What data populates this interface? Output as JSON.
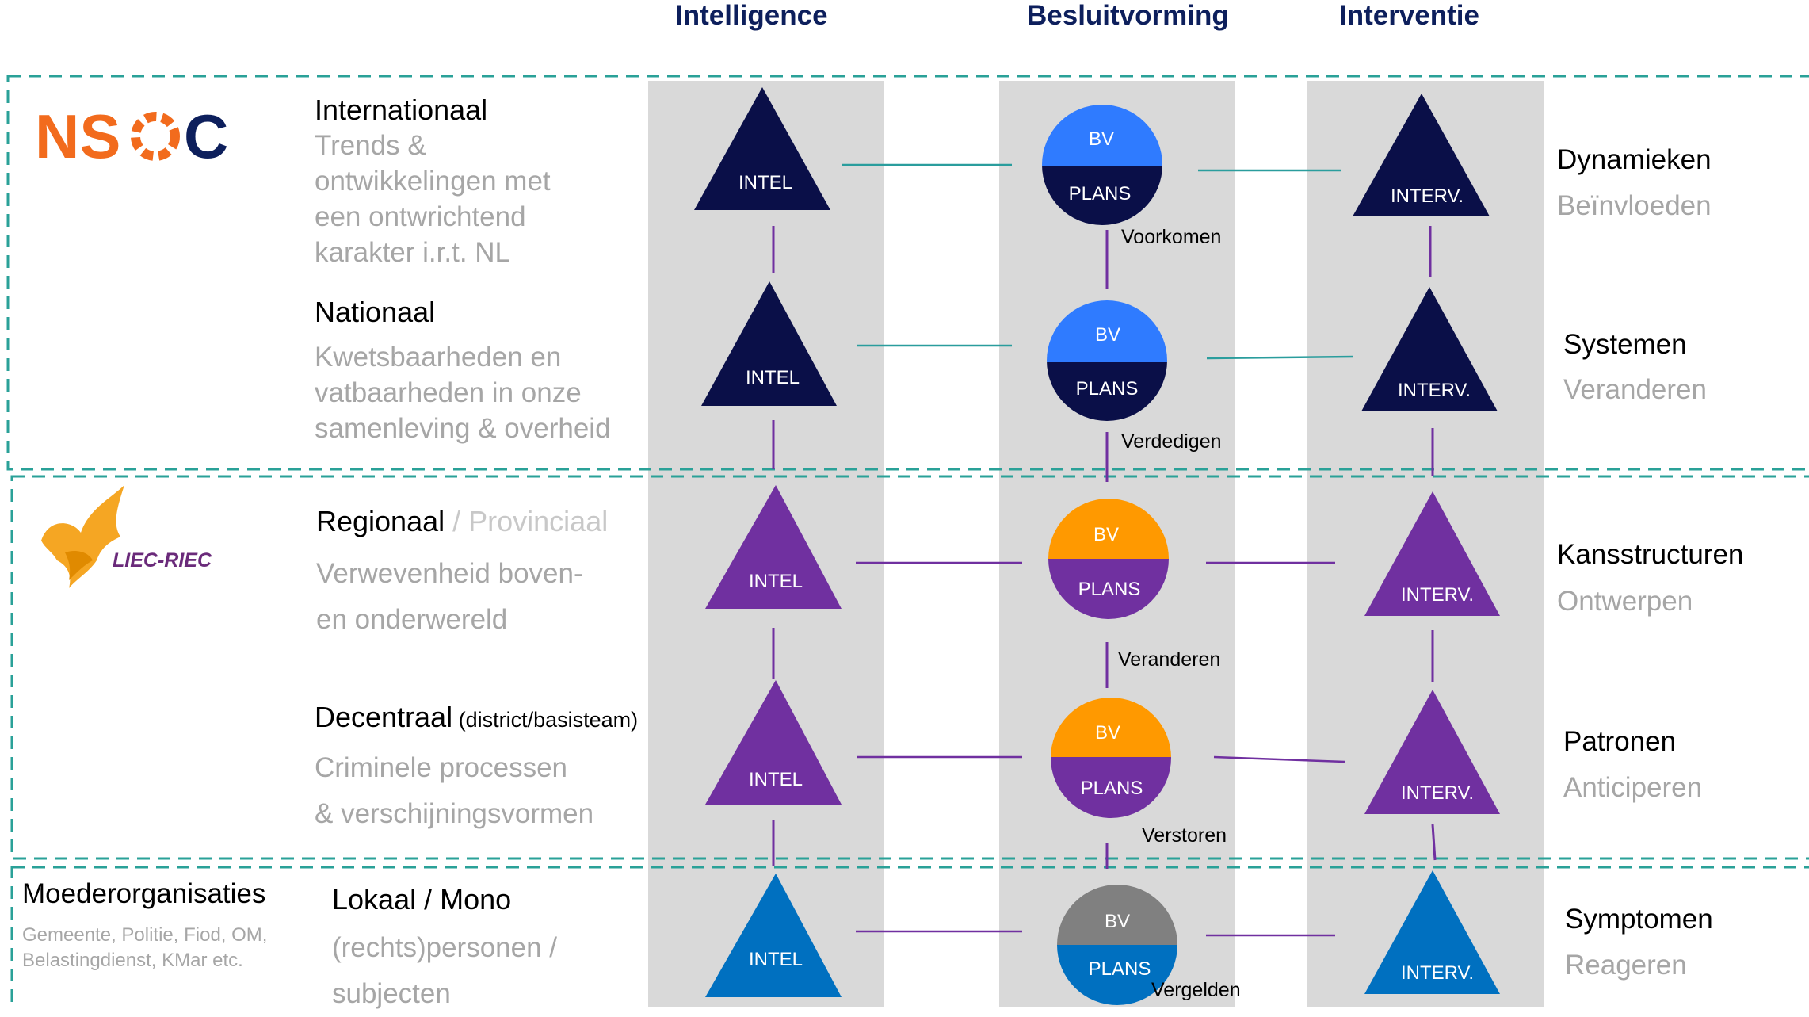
{
  "columns": {
    "intel": "Intelligence",
    "bv": "Besluitvorming",
    "interv": "Interventie"
  },
  "logos": {
    "nsoc": {
      "text": "NSOC",
      "brand_color": "#f26b1d",
      "text_color": "#0d1f5c"
    },
    "liec": {
      "text": "LIEC-RIEC",
      "icon": "eagle-icon",
      "color": "#f5a623",
      "text_color": "#6a2a7a"
    }
  },
  "levels": {
    "internationaal": {
      "title": "Internationaal",
      "desc": "Trends &\nontwikkelingen  met\neen ontwrichtend\nkarakter i.r.t. NL"
    },
    "nationaal": {
      "title": "Nationaal",
      "desc": "Kwetsbaarheden en\nvatbaarheden in onze\nsamenleving & overheid"
    },
    "regionaal": {
      "title": "Regionaal",
      "title_extra": " / Provinciaal",
      "desc": "Verwevenheid boven-\nen onderwereld"
    },
    "decentraal": {
      "title": "Decentraal",
      "title_extra": " (district/basisteam)",
      "desc": "Criminele processen\n& verschijningsvormen"
    },
    "moeder": {
      "title": "Moederorganisaties",
      "desc": "Gemeente, Politie, Fiod, OM,\nBelastingdienst, KMar etc."
    },
    "lokaal": {
      "title": "Lokaal / Mono",
      "desc": "(rechts)personen /\nsubjecten"
    }
  },
  "outcomes": [
    {
      "title": "Dynamieken",
      "sub": "Beïnvloeden"
    },
    {
      "title": "Systemen",
      "sub": "Veranderen"
    },
    {
      "title": "Kansstructuren",
      "sub": "Ontwerpen"
    },
    {
      "title": "Patronen",
      "sub": "Anticiperen"
    },
    {
      "title": "Symptomen",
      "sub": "Reageren"
    }
  ],
  "verbs": [
    "Voorkomen",
    "Verdedigen",
    "Veranderen",
    "Verstoren",
    "Vergelden"
  ],
  "nodes": {
    "intel_label": "INTEL",
    "interv_label": "INTERV.",
    "bv_label": "BV",
    "plans_label": "PLANS"
  },
  "colors": {
    "navy": "#0a0f48",
    "purple": "#7030a0",
    "blue": "#0070c0",
    "bv_blue": "#2f7bff",
    "orange": "#ff9900",
    "grey": "#808080",
    "dashed_border": "#2aa198",
    "teal_line": "#2a9d9d",
    "purple_line": "#7030a0"
  }
}
